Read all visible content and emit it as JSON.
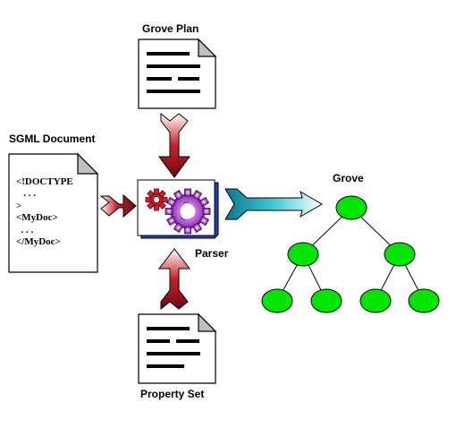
{
  "labels": {
    "grove_plan": "Grove Plan",
    "sgml_document": "SGML Document",
    "grove": "Grove",
    "parser": "Parser",
    "property_set": "Property Set"
  },
  "sgml_code_lines": [
    "<!DOCTYPE",
    "   . . .",
    ">",
    "<MyDoc>",
    "  . . .",
    "</MyDoc>"
  ],
  "colors": {
    "node_fill": "#00e600",
    "node_stroke": "#000000",
    "input_arrow_fill": "#c0202a",
    "output_arrow_fill": "#40c8d0",
    "parser_box": "#2040c0",
    "gear_small": "#d02030",
    "gear_large": "#b040d0"
  },
  "grove_tree": {
    "levels": [
      1,
      2,
      4
    ]
  }
}
